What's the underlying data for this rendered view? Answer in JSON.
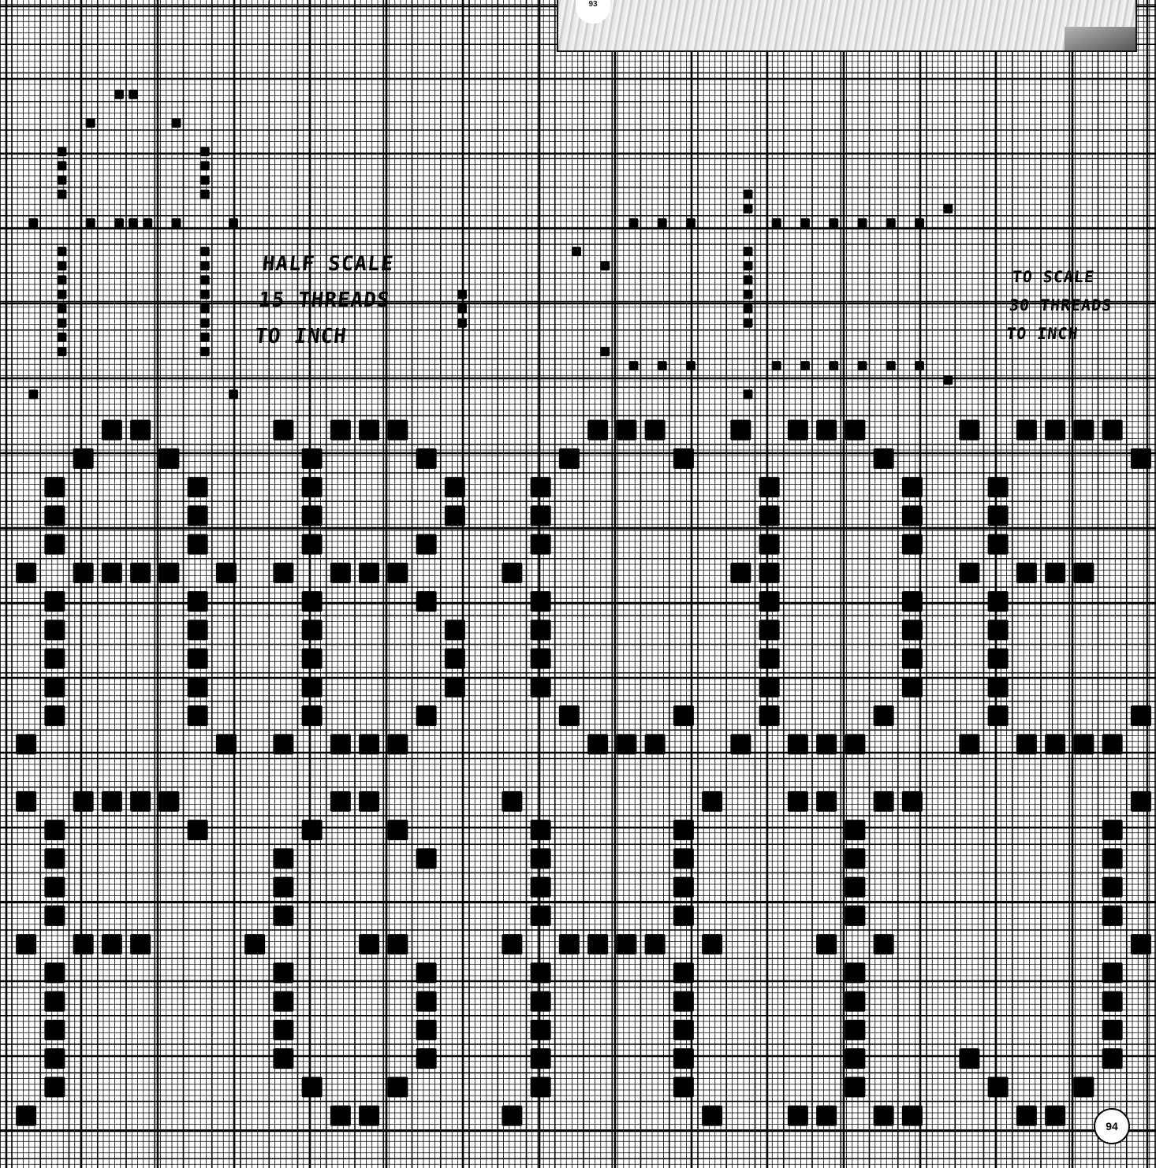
{
  "photo": {
    "badge": "93"
  },
  "notes": {
    "half_scale": [
      "HALF SCALE",
      "15 THREADS",
      "TO INCH"
    ],
    "to_scale": [
      "TO SCALE",
      "30 THREADS",
      "TO INCH"
    ]
  },
  "page_number": "94",
  "colors": {
    "ink": "#000000",
    "paper": "#ffffff"
  }
}
